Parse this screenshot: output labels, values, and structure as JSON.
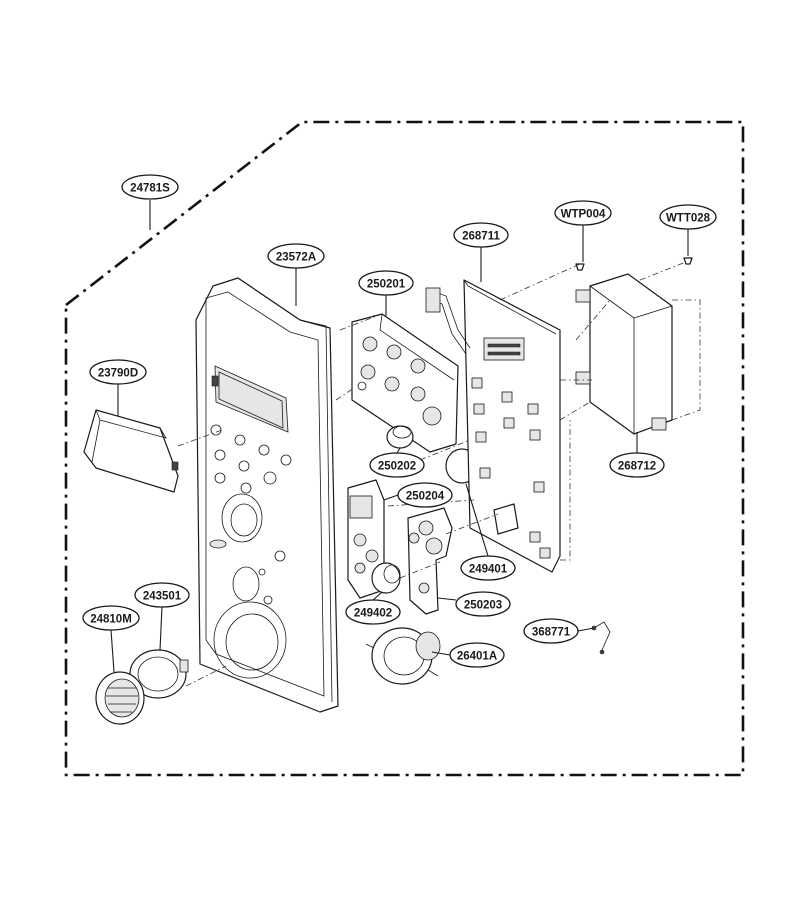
{
  "labels": {
    "p24781S": "24781S",
    "p23572A": "23572A",
    "p250201": "250201",
    "p268711": "268711",
    "pWTP004": "WTP004",
    "pWTT028": "WTT028",
    "p23790D": "23790D",
    "p250202": "250202",
    "p268712": "268712",
    "p250204": "250204",
    "p249401": "249401",
    "p243501": "243501",
    "p24810M": "24810M",
    "p249402": "249402",
    "p250203": "250203",
    "p368771": "368771",
    "p26401A": "26401A"
  }
}
